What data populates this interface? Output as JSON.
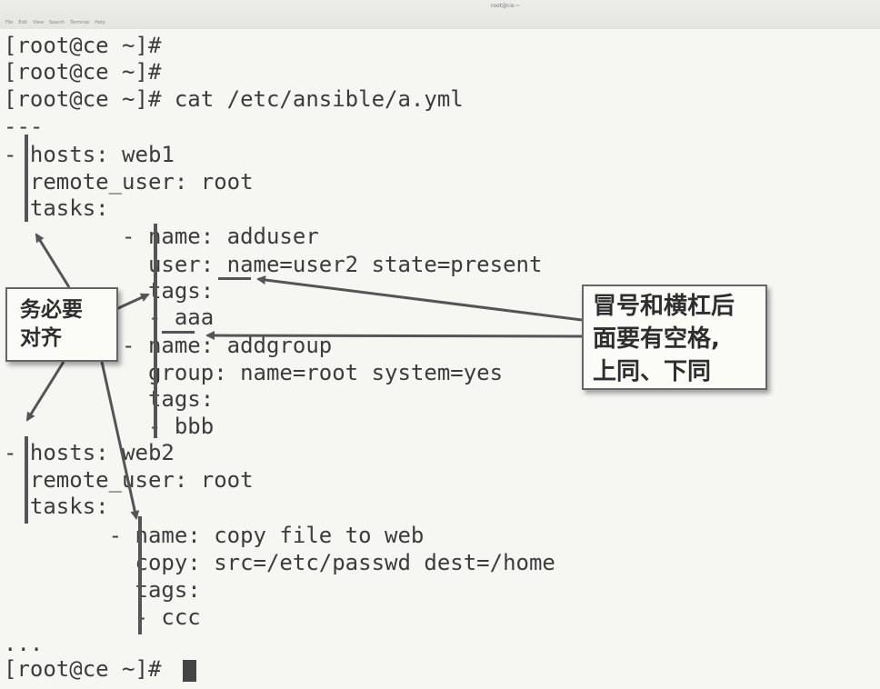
{
  "window": {
    "title": "root@ce:~",
    "menu": [
      "File",
      "Edit",
      "View",
      "Search",
      "Terminal",
      "Help"
    ]
  },
  "terminal": {
    "lines": [
      "[root@ce ~]#",
      "[root@ce ~]#",
      "[root@ce ~]# cat /etc/ansible/a.yml",
      "---",
      "- hosts: web1",
      "  remote_user: root",
      "  tasks:",
      "         - name: adduser",
      "           user: name=user2 state=present",
      "           tags:",
      "           - aaa",
      "         - name: addgroup",
      "           group: name=root system=yes",
      "           tags:",
      "           - bbb",
      "- hosts: web2",
      "  remote_user: root",
      "  tasks:",
      "        - name: copy file to web",
      "          copy: src=/etc/passwd dest=/home",
      "          tags:",
      "          - ccc",
      "...",
      "[root@ce ~]# "
    ]
  },
  "annotations": {
    "left_callout": [
      "务必要",
      "对齐"
    ],
    "right_callout": [
      "冒号和横杠后",
      "面要有空格,",
      "上同、下同"
    ]
  },
  "colors": {
    "background": "#f6f6f3",
    "text": "#3c3c3c",
    "annotation": "#555555"
  }
}
